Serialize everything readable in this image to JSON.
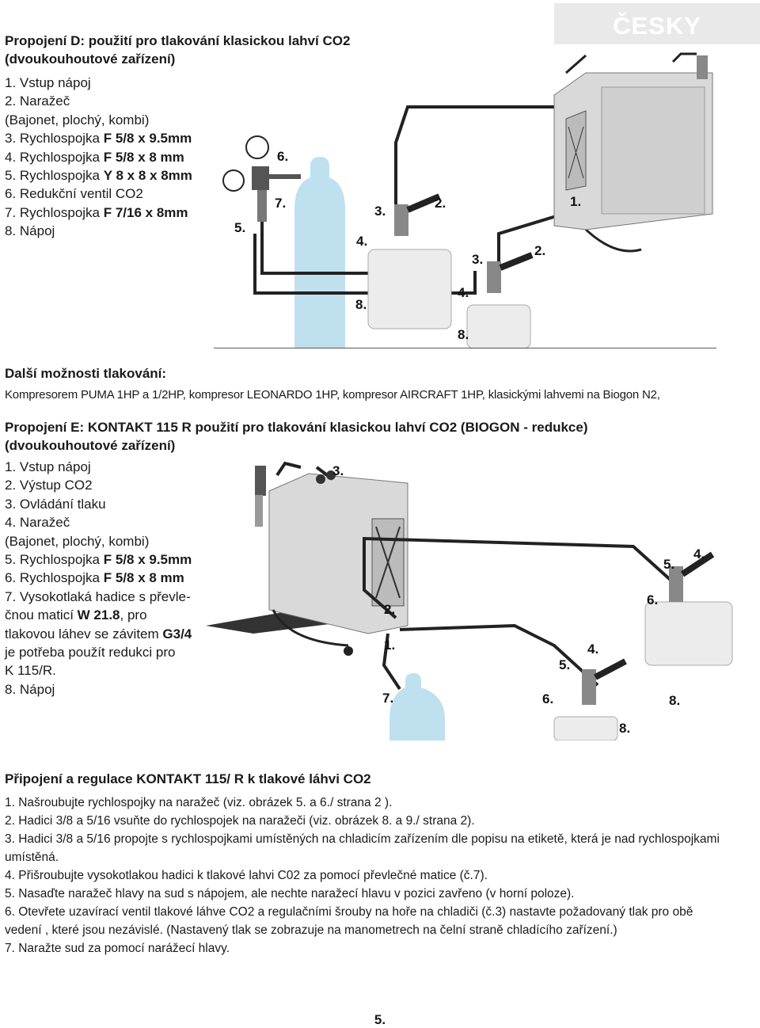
{
  "lang_tab": "ČESKY",
  "section_d": {
    "title_lines": [
      "Propojení D: použití pro tlakování klasickou lahví CO2",
      "(dvoukouhoutové zařízení)"
    ],
    "items": [
      {
        "pre": "1. Vstup nápoj",
        "bold": ""
      },
      {
        "pre": "2. Naražeč",
        "bold": ""
      },
      {
        "pre": "(Bajonet, plochý, kombi)",
        "bold": ""
      },
      {
        "pre": "3. Rychlospojka ",
        "bold": "F 5/8 x 9.5mm"
      },
      {
        "pre": "4. Rychlospojka ",
        "bold": "F 5/8 x 8 mm"
      },
      {
        "pre": "5. Rychlospojka ",
        "bold": "Y 8 x 8 x 8mm"
      },
      {
        "pre": "6. Redukční ventil CO2",
        "bold": ""
      },
      {
        "pre": "7. Rychlospojka ",
        "bold": "F 7/16 x 8mm"
      },
      {
        "pre": "8. Nápoj",
        "bold": ""
      }
    ],
    "diagram_labels": {
      "l5": "5.",
      "l6": "6.",
      "l7": "7.",
      "l4a": "4.",
      "l3a": "3.",
      "l2a": "2.",
      "l8a": "8.",
      "l3b": "3.",
      "l2b": "2.",
      "l1": "1.",
      "l4b": "4.",
      "l8b": "8."
    }
  },
  "other_options": {
    "title": "Další možnosti tlakování:",
    "text": "Kompresorem PUMA 1HP a 1/2HP, kompresor LEONARDO 1HP, kompresor AIRCRAFT 1HP, klasickými lahvemi na Biogon N2,"
  },
  "section_e": {
    "title_lines": [
      "Propojení E: KONTAKT 115 R použití pro tlakování klasickou lahví CO2 (BIOGON - redukce)",
      "(dvoukouhoutové zařízení)"
    ],
    "items": [
      {
        "pre": "1. Vstup nápoj",
        "bold": "",
        "post": ""
      },
      {
        "pre": "2. Výstup CO2",
        "bold": "",
        "post": ""
      },
      {
        "pre": "3. Ovládání tlaku",
        "bold": "",
        "post": ""
      },
      {
        "pre": "4. Naražeč",
        "bold": "",
        "post": ""
      },
      {
        "pre": "(Bajonet, plochý, kombi)",
        "bold": "",
        "post": ""
      },
      {
        "pre": "5. Rychlospojka ",
        "bold": "F 5/8 x 9.5mm",
        "post": ""
      },
      {
        "pre": "6. Rychlospojka ",
        "bold": "F 5/8 x 8 mm",
        "post": ""
      },
      {
        "pre": "7. Vysokotlaká hadice s převle-",
        "bold": "",
        "post": ""
      },
      {
        "pre": "čnou maticí ",
        "bold": "W 21.8",
        "post": ", pro"
      },
      {
        "pre": "tlakovou láhev se závitem ",
        "bold": "G3/4",
        "post": ""
      },
      {
        "pre": "je potřeba použít redukci pro",
        "bold": "",
        "post": ""
      },
      {
        "pre": "K 115/R.",
        "bold": "",
        "post": ""
      },
      {
        "pre": "8. Nápoj",
        "bold": "",
        "post": ""
      }
    ],
    "diagram_labels": {
      "l3": "3.",
      "l2": "2.",
      "l1": "1.",
      "l7": "7.",
      "l5a": "5.",
      "l4a": "4.",
      "l6a": "6.",
      "l5b": "5.",
      "l4b": "4.",
      "l6b": "6.",
      "l8a": "8.",
      "l8b": "8."
    }
  },
  "connection": {
    "title": "Připojení a regulace KONTAKT 115/ R  k tlakové láhvi CO2",
    "steps": [
      "1. Našroubujte rychlospojky na naražeč (viz. obrázek 5. a 6./ strana 2 ).",
      "2. Hadici 3/8 a 5/16 vsuňte do rychlospojek na naražeči (viz. obrázek 8. a 9./ strana 2).",
      "3. Hadici 3/8 a 5/16  propojte s rychlospojkami umístěných na chladicím zařízením dle popisu na etiketě, která je nad rychlospojkami umístěná.",
      "4. Přišroubujte vysokotlakou hadici k tlakové lahvi C02 za pomocí převlečné matice (č.7).",
      "5. Nasaďte naražeč hlavy na sud s nápojem, ale nechte naražecí hlavu v pozici zavřeno (v horní poloze).",
      "6. Otevřete uzavírací ventil tlakové láhve CO2 a regulačními šrouby na hoře na chladiči (č.3) nastavte požadovaný tlak pro obě vedení , které jsou nezávislé. (Nastavený tlak se zobrazuje na manometrech na čelní straně chladícího zařízení.)",
      "7. Naražte sud za pomocí narážecí hlavy."
    ]
  },
  "page_number": "5."
}
